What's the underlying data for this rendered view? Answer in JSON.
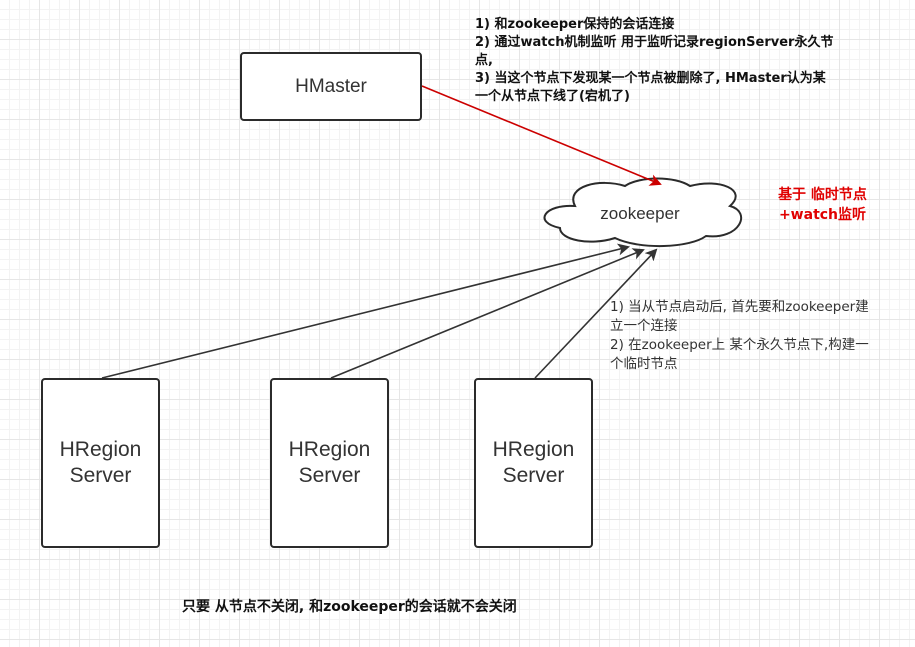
{
  "hmaster": {
    "label": "HMaster"
  },
  "zookeeper": {
    "label": "zookeeper"
  },
  "region_servers": [
    {
      "line1": "HRegion",
      "line2": "Server"
    },
    {
      "line1": "HRegion",
      "line2": "Server"
    },
    {
      "line1": "HRegion",
      "line2": "Server"
    }
  ],
  "notes": {
    "hmaster_note": [
      "1) 和zookeeper保持的会话连接",
      "2) 通过watch机制监听 用于监听记录regionServer永久节",
      "点,",
      "3) 当这个节点下发现某一个节点被删除了, HMaster认为某",
      "一个从节点下线了(宕机了)"
    ],
    "mechanism_note": [
      "基于 临时节点",
      "+watch监听"
    ],
    "region_note": [
      "1) 当从节点启动后, 首先要和zookeeper建",
      "立一个连接",
      "2) 在zookeeper上 某个永久节点下,构建一",
      "个临时节点"
    ],
    "bottom_note": "只要 从节点不关闭, 和zookeeper的会话就不会关闭"
  },
  "colors": {
    "hmaster_arrow": "#cc0000",
    "region_arrow": "#333333",
    "mechanism_text": "#e00000"
  }
}
